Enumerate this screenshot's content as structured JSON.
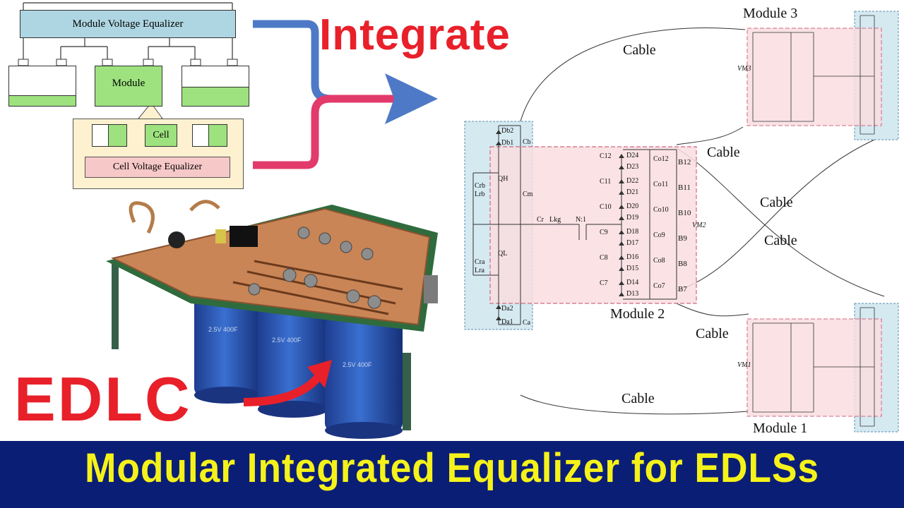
{
  "block_diagram": {
    "module_voltage_equalizer": "Module Voltage Equalizer",
    "module_label": "Module",
    "cell_label": "Cell",
    "cell_voltage_equalizer": "Cell Voltage Equalizer"
  },
  "integrate_label": "Integrate",
  "edlc_label": "EDLC",
  "circuit": {
    "module_3": "Module 3",
    "module_2": "Module 2",
    "module_1": "Module 1",
    "cable": "Cable",
    "module2_components": {
      "top_switch": [
        "Db2",
        "Db1",
        "Cb"
      ],
      "bottom_switch": [
        "Da2",
        "Da1",
        "Ca"
      ],
      "left": [
        "Crb",
        "Lrb",
        "QH",
        "Cra",
        "Lra",
        "QL",
        "Cm"
      ],
      "transformer": [
        "Cr",
        "Lkg",
        "N:1"
      ],
      "caps": [
        "C12",
        "C11",
        "C10",
        "C9",
        "C8",
        "C7"
      ],
      "diodes": [
        "D24",
        "D23",
        "D22",
        "D21",
        "D20",
        "D19",
        "D18",
        "D17",
        "D16",
        "D15",
        "D14",
        "D13"
      ],
      "output_caps": [
        "Co12",
        "Co11",
        "Co10",
        "Co9",
        "Co8",
        "Co7"
      ],
      "cells": [
        "B12",
        "B11",
        "B10",
        "B9",
        "B8",
        "B7"
      ],
      "voltage": "VM2"
    },
    "module3_voltage": "VM3",
    "module1_voltage": "VM1"
  },
  "footer_title": "Modular Integrated Equalizer for EDLSs"
}
